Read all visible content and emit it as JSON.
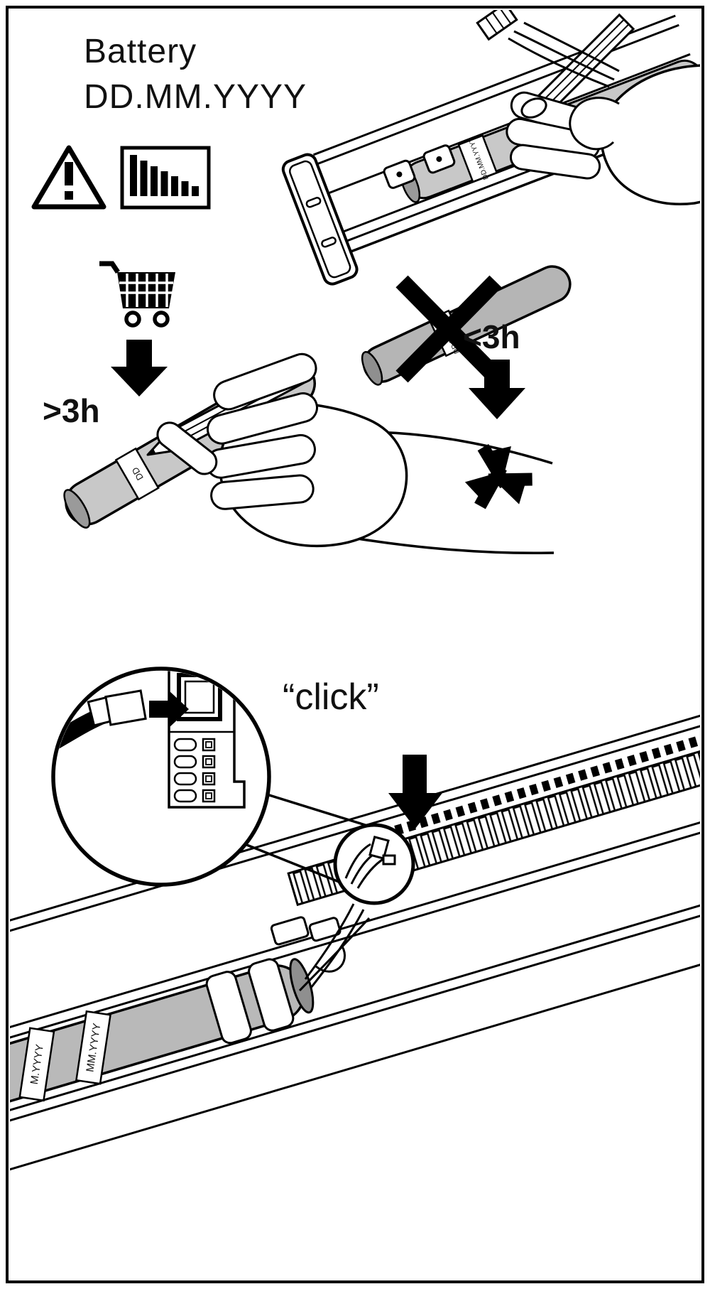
{
  "header": {
    "title_line1": "Battery",
    "title_line2": "DD.MM.YYYY"
  },
  "housing": {
    "tube_label_date": "DD.MM.YYYY",
    "tube_label_dd": "DD"
  },
  "write_step": {
    "duration": ">3h",
    "tube_label": "DD"
  },
  "discard_step": {
    "duration": "<3h",
    "tube_label": "DD.MM.YYYY"
  },
  "detail": {
    "click": "“click”"
  },
  "rail": {
    "tube_label_1": "M.YYYY",
    "tube_label_2": "MM.YYYY"
  },
  "icons": {
    "warning": "warning-triangle",
    "battery": "battery-capacity-bars",
    "cart": "shopping-cart",
    "arrow_down": "down-arrow",
    "recycle": "recycling-arrows",
    "cross": "prohibition-cross",
    "magnifier": "detail-circle"
  },
  "colors": {
    "ink": "#000000",
    "paper": "#ffffff",
    "tube_gray": "#c8c8c8",
    "tube_dark": "#9a9a9a"
  }
}
